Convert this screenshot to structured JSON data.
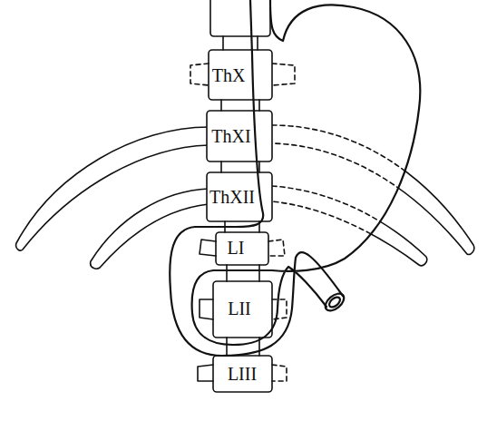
{
  "diagram": {
    "labels": [
      "ThX",
      "ThXI",
      "ThXII",
      "LI",
      "LII",
      "LIII"
    ]
  }
}
